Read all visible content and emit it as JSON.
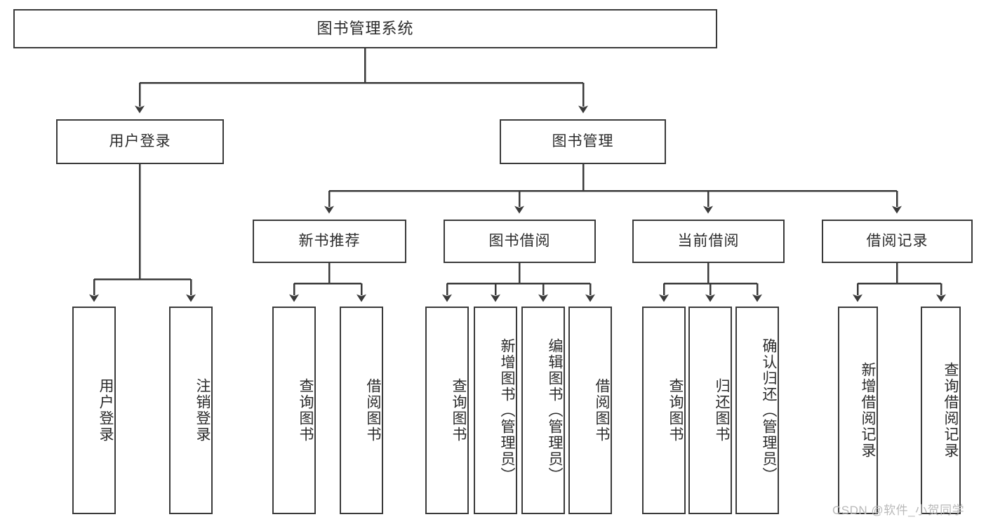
{
  "diagram": {
    "title": "图书管理系统",
    "type": "hierarchy-tree",
    "levels": 4,
    "colors": {
      "box_border": "#3a3a3a",
      "box_fill": "#ffffff",
      "connector": "#3a3a3a",
      "text": "#2b2b2b",
      "watermark": "#b9b9b9",
      "background": "#ffffff"
    }
  },
  "nodes": {
    "root": {
      "label": "图书管理系统"
    },
    "level2": [
      {
        "id": "user-login",
        "label": "用户登录"
      },
      {
        "id": "book-manage",
        "label": "图书管理"
      }
    ],
    "level3": [
      {
        "id": "new-book-recommend",
        "label": "新书推荐"
      },
      {
        "id": "book-borrow",
        "label": "图书借阅"
      },
      {
        "id": "current-borrow",
        "label": "当前借阅"
      },
      {
        "id": "borrow-record",
        "label": "借阅记录"
      }
    ],
    "leaves": {
      "user_login": [
        {
          "id": "leaf-user-login",
          "label": "用户登录"
        },
        {
          "id": "leaf-logout-login",
          "label": "注销登录"
        }
      ],
      "new_book_recommend": [
        {
          "id": "leaf-query-book-1",
          "label": "查询图书"
        },
        {
          "id": "leaf-borrow-book-1",
          "label": "借阅图书"
        }
      ],
      "book_borrow": [
        {
          "id": "leaf-query-book-2",
          "label": "查询图书"
        },
        {
          "id": "leaf-add-book-admin",
          "label": "新增图书（管理员）"
        },
        {
          "id": "leaf-edit-book-admin",
          "label": "编辑图书（管理员）"
        },
        {
          "id": "leaf-borrow-book-2",
          "label": "借阅图书"
        }
      ],
      "current_borrow": [
        {
          "id": "leaf-query-book-3",
          "label": "查询图书"
        },
        {
          "id": "leaf-return-book",
          "label": "归还图书"
        },
        {
          "id": "leaf-confirm-return-admin",
          "label": "确认归还（管理员）"
        }
      ],
      "borrow_record": [
        {
          "id": "leaf-add-borrow-record",
          "label": "新增借阅记录"
        },
        {
          "id": "leaf-query-borrow-record",
          "label": "查询借阅记录"
        }
      ]
    }
  },
  "watermark": {
    "text": "CSDN @软件_小贺同学"
  }
}
